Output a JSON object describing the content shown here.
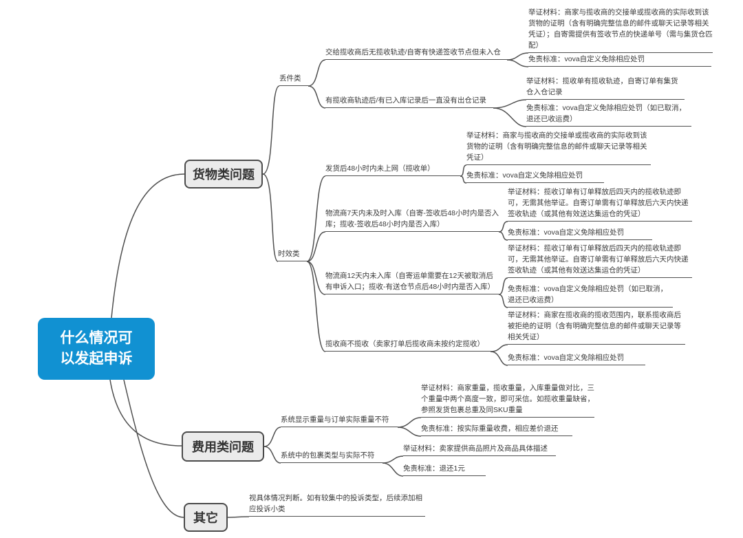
{
  "diagram_title": "什么情况可以发起申诉",
  "colors": {
    "root_bg": "#1191d2",
    "root_text": "#ffffff",
    "node_bg": "#ebebeb",
    "node_border": "#4a4a4a",
    "line": "#4f4f4f",
    "text": "#3a3a3a"
  },
  "root": {
    "label": "什么情况可以发起申诉"
  },
  "branches": [
    {
      "label": "货物类问题",
      "groups": [
        {
          "label": "丢件类",
          "items": [
            {
              "label": "交给揽收商后无揽收轨迹/自寄有快递签收节点但未入仓",
              "evidence": "举证材料：商家与揽收商的交接单或揽收商的实际收到该货物的证明（含有明确完整信息的邮件或聊天记录等相关凭证）；自寄需提供有签收节点的快递单号（需与集货仓匹配）",
              "exemption": "免责标准：vova自定义免除相应处罚"
            },
            {
              "label": "有揽收商轨迹后/有已入库记录后一直没有出仓记录",
              "evidence": "举证材料：揽收单有揽收轨迹，自寄订单有集货仓入仓记录",
              "exemption": "免责标准：vova自定义免除相应处罚（如已取消，退还已收运费）"
            }
          ]
        },
        {
          "label": "时效类",
          "items": [
            {
              "label": "发货后48小时内未上网（揽收单）",
              "evidence": "举证材料：商家与揽收商的交接单或揽收商的实际收到该货物的证明（含有明确完整信息的邮件或聊天记录等相关凭证）",
              "exemption": "免责标准：vova自定义免除相应处罚"
            },
            {
              "label": "物流商7天内未及时入库（自寄-签收后48小时内是否入库；揽收-签收后48小时内是否入库）",
              "evidence": "举证材料：揽收订单有订单释放后四天内的揽收轨迹即可，无需其他举证。自寄订单需有订单释放后六天内快递签收轨迹（或其他有效送达集运仓的凭证）",
              "exemption": "免责标准：vova自定义免除相应处罚"
            },
            {
              "label": "物流商12天内未入库（自寄运单需要在12天被取消后有申诉入口；揽收-有送仓节点后48小时内是否入库）",
              "evidence": "举证材料：揽收订单有订单释放后四天内的揽收轨迹即可，无需其他举证。自寄订单需有订单释放后六天内快递签收轨迹（或其他有效送达集运仓的凭证）",
              "exemption": "免责标准：vova自定义免除相应处罚（如已取消，退还已收运费）"
            },
            {
              "label": "揽收商不揽收（卖家打单后揽收商未按约定揽收）",
              "evidence": "举证材料：商家在揽收商的揽收范围内，联系揽收商后被拒绝的证明（含有明确完整信息的邮件或聊天记录等相关凭证）",
              "exemption": "免责标准：vova自定义免除相应处罚"
            }
          ]
        }
      ]
    },
    {
      "label": "费用类问题",
      "items": [
        {
          "label": "系统显示重量与订单实际重量不符",
          "evidence": "举证材料：商家重量，揽收重量，入库重量做对比，三个重量中两个高度一致，即可采信。如揽收重量缺省，参照发货包裹总重及同SKU重量",
          "exemption": "免责标准：按实际重量收费，相应差价退还"
        },
        {
          "label": "系统中的包裹类型与实际不符",
          "evidence": "举证材料：卖家提供商品照片及商品具体描述",
          "exemption": "免责标准：退还1元"
        }
      ]
    },
    {
      "label": "其它",
      "note": "视具体情况判断。如有较集中的投诉类型，后续添加相应投诉小类"
    }
  ]
}
